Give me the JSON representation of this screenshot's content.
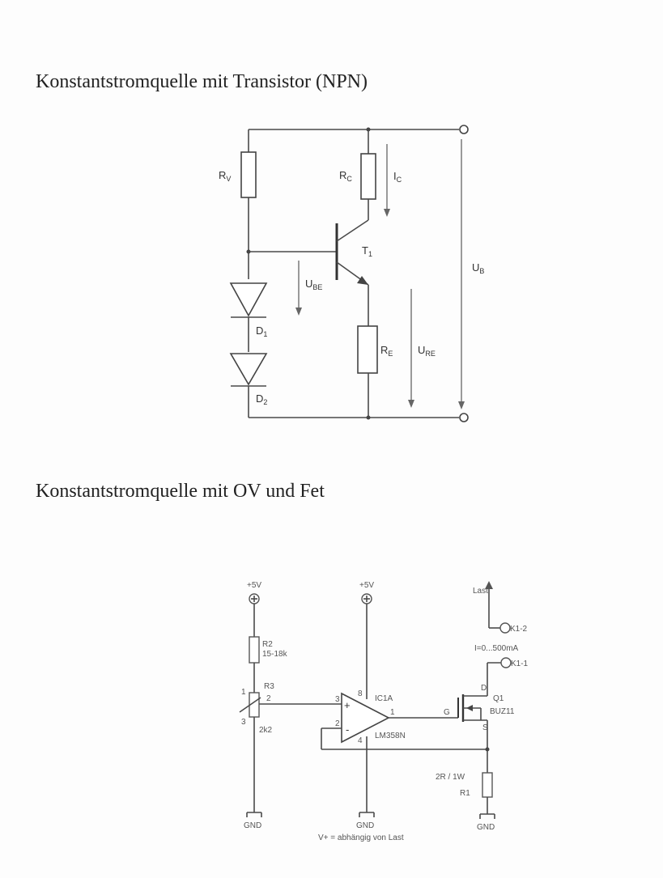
{
  "titles": {
    "npn": "Konstantstromquelle  mit Transistor (NPN)",
    "ov": "Konstantstromquelle mit OV und Fet"
  },
  "circuit1": {
    "rv": "R",
    "rv_sub": "V",
    "rc": "R",
    "rc_sub": "C",
    "ic": "I",
    "ic_sub": "C",
    "t1": "T",
    "t1_sub": "1",
    "ube": "U",
    "ube_sub": "BE",
    "d1": "D",
    "d1_sub": "1",
    "d2": "D",
    "d2_sub": "2",
    "re": "R",
    "re_sub": "E",
    "ure": "U",
    "ure_sub": "RE",
    "ub": "U",
    "ub_sub": "B"
  },
  "circuit2": {
    "vcc_left": "+5V",
    "vcc_mid": "+5V",
    "load": "Last",
    "r2": "R2",
    "r2_val": "15-18k",
    "r3": "R3",
    "r3_val": "2k2",
    "pin_a": "2",
    "pin_b": "3",
    "pin_c": "1",
    "opamp_ref": "IC1A",
    "opamp_type": "LM358N",
    "opamp_plus": "+",
    "opamp_minus": "-",
    "op_pin8": "8",
    "op_pin3": "3",
    "op_pin2": "2",
    "op_pin1": "1",
    "op_pin4": "4",
    "k1_2": "K1-2",
    "current": "I=0...500mA",
    "k1_1": "K1-1",
    "fet_d": "D",
    "fet_g": "G",
    "fet_s": "S",
    "q1": "Q1",
    "q1_type": "BUZ11",
    "r1_val": "2R / 1W",
    "r1": "R1",
    "gnd1": "GND",
    "gnd2": "GND",
    "gnd3": "GND",
    "note": "V+ = abhängig von Last"
  }
}
